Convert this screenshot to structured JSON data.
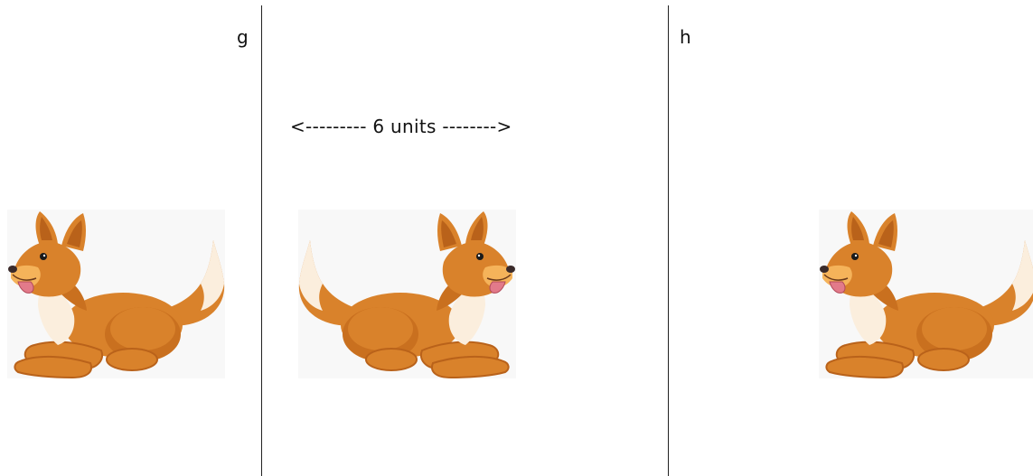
{
  "labels": {
    "line_g": "g",
    "line_h": "h",
    "distance": "<--------- 6 units -------->"
  },
  "figures": [
    {
      "name": "dog",
      "facing": "left"
    },
    {
      "name": "dog",
      "facing": "right"
    },
    {
      "name": "dog",
      "facing": "left"
    }
  ],
  "colors": {
    "fur": "#d9822b",
    "fur_dark": "#b9621a",
    "chest": "#fbeedd",
    "line": "#222222"
  }
}
